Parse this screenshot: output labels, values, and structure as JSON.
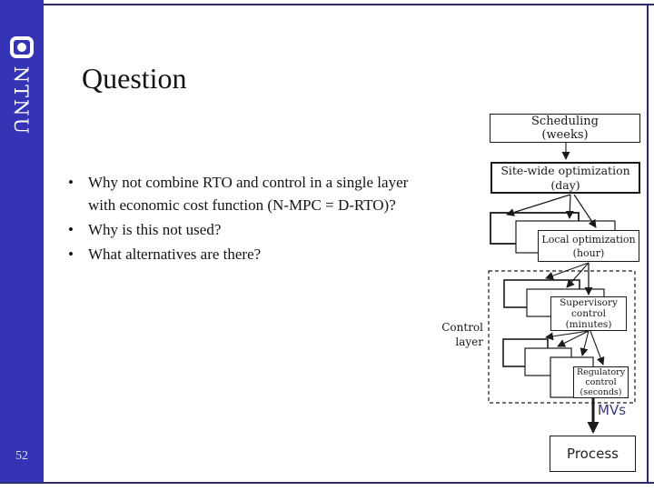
{
  "slide": {
    "number": "52",
    "title": "Question"
  },
  "logo": {
    "text": "NTNU"
  },
  "bullets": {
    "glyph": "•",
    "items": [
      "Why not combine RTO and control in a single layer with economic cost function (N-MPC = D-RTO)?",
      "Why is this not used?",
      "What alternatives are there?"
    ]
  },
  "diagram": {
    "boxes": {
      "scheduling": {
        "line1": "Scheduling",
        "line2": "(weeks)"
      },
      "sitewide": {
        "line1": "Site-wide optimization",
        "line2": "(day)"
      },
      "local": {
        "line1": "Local optimization",
        "line2": "(hour)"
      },
      "supervisory": {
        "line1": "Supervisory",
        "line2": "control",
        "line3": "(minutes)"
      },
      "regulatory": {
        "line1": "Regulatory",
        "line2": "control",
        "line3": "(seconds)"
      },
      "process": {
        "label": "Process"
      }
    },
    "control_layer_label": {
      "line1": "Control",
      "line2": "layer"
    },
    "mvs_label": "MVs"
  },
  "colors": {
    "sidebar_blue": "#3434b4",
    "border_navy": "#2e2e6e",
    "diagram_line": "#1a1a1a",
    "mvs_text": "#3b3b72"
  }
}
